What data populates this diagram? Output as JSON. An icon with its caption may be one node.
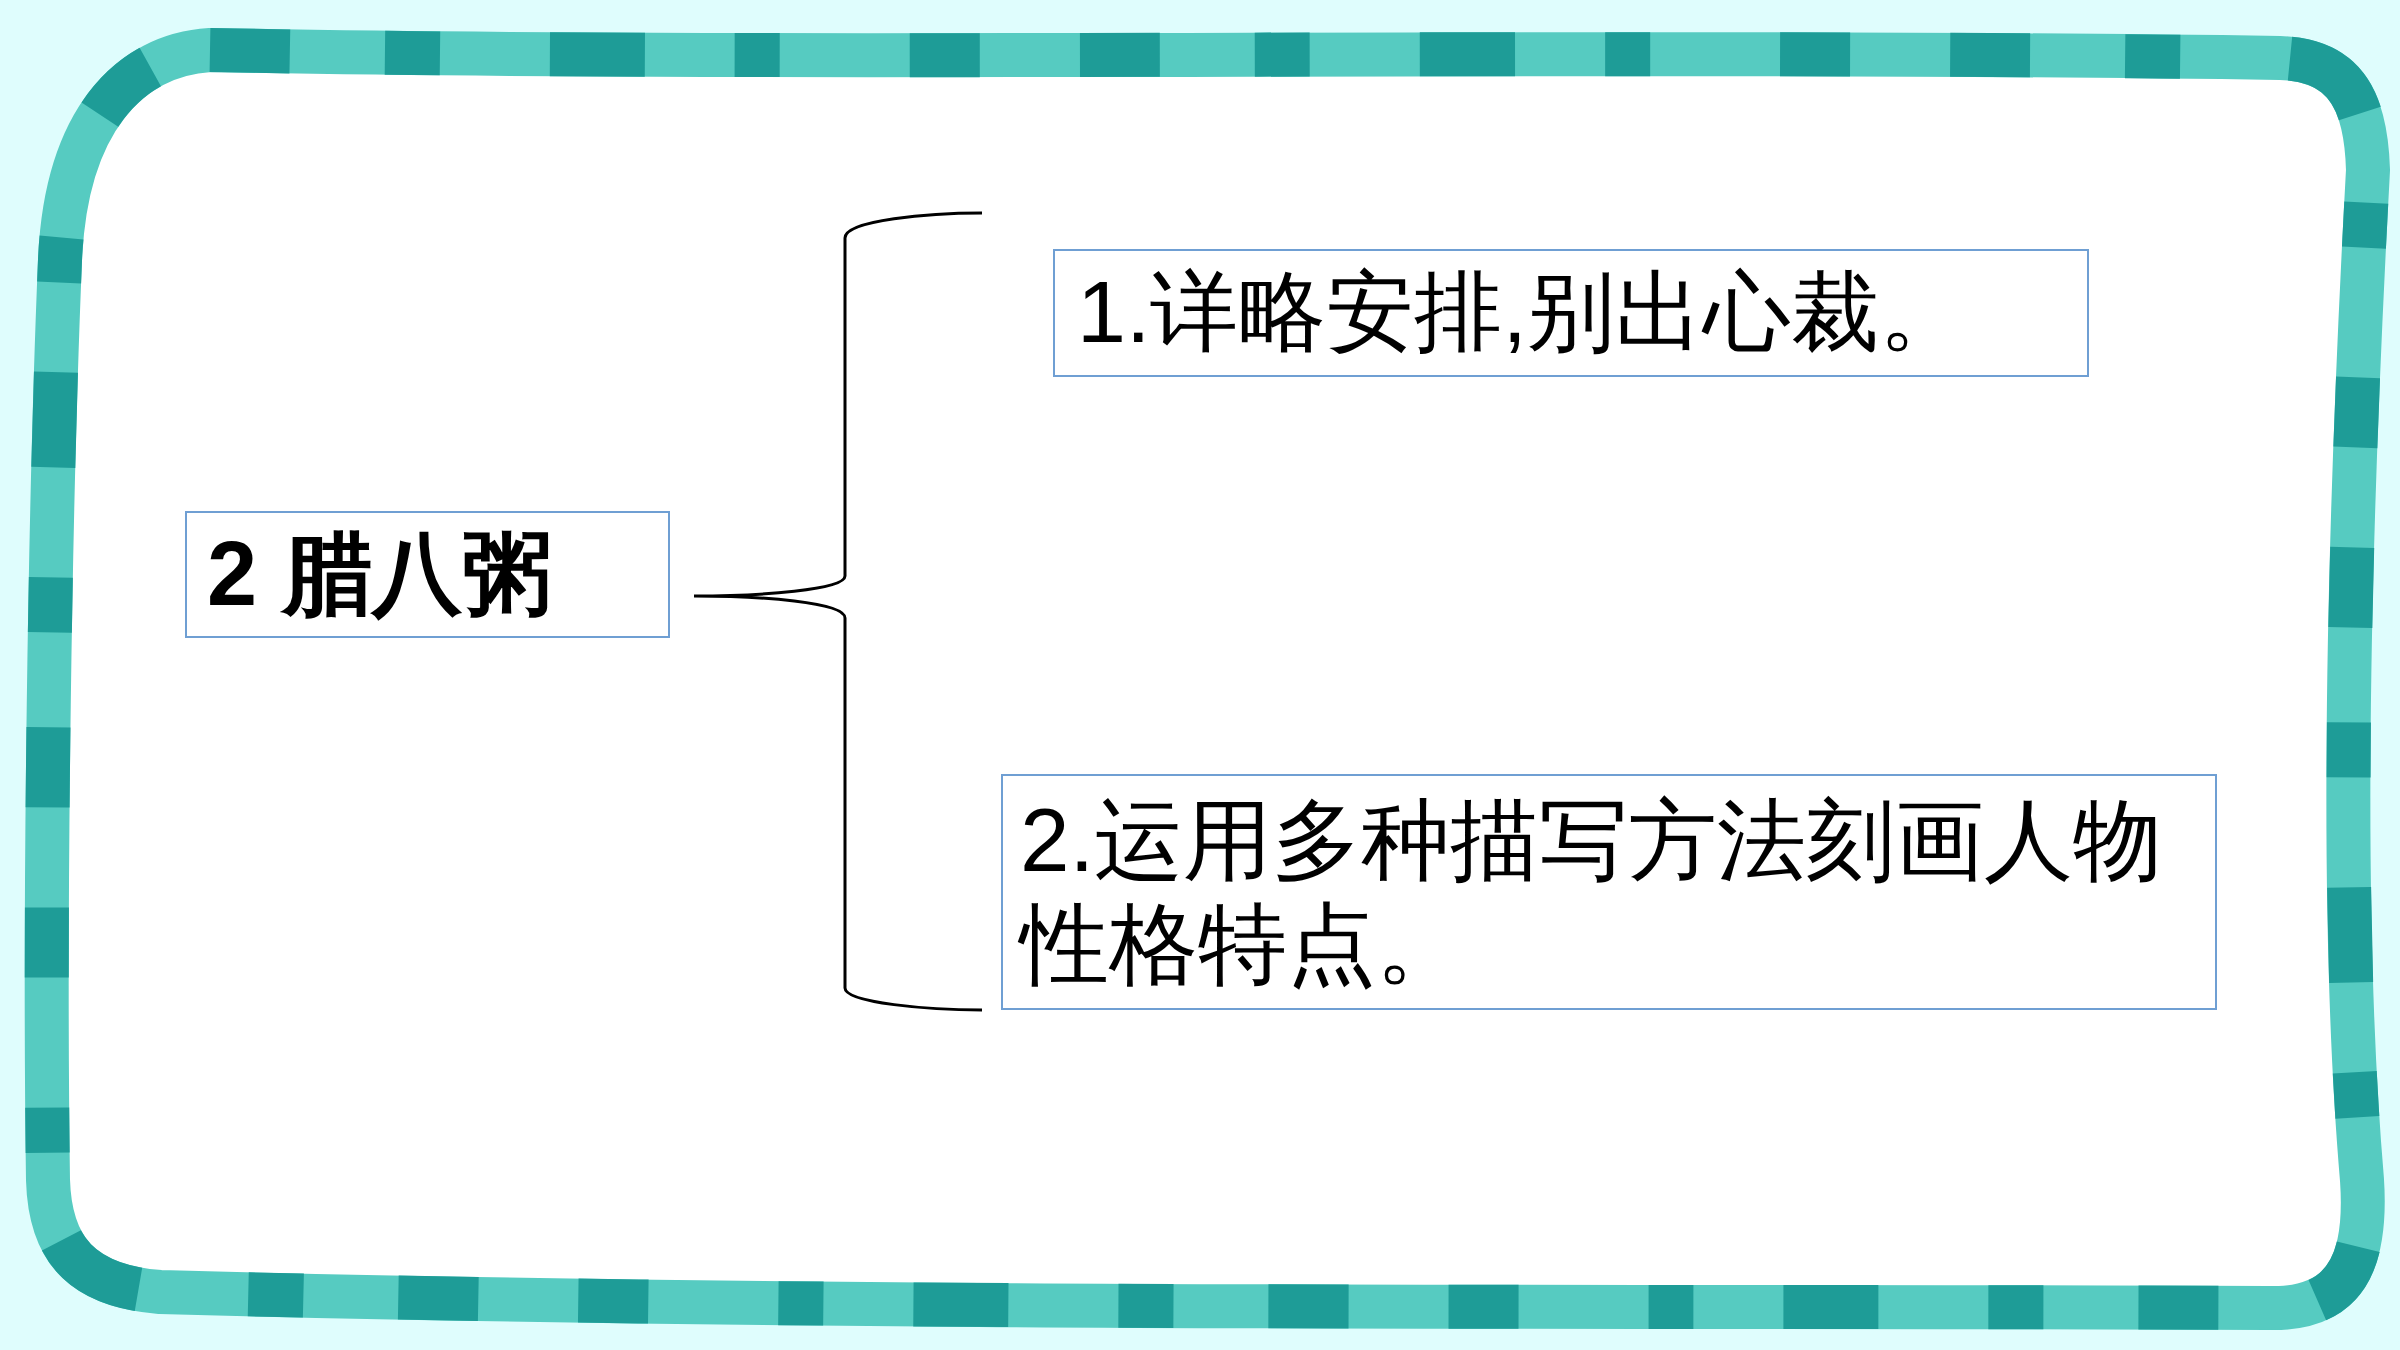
{
  "diagram": {
    "nodes": [
      {
        "text": [
          "2 腊八粥"
        ]
      },
      {
        "text": [
          "1.详略安排,别出心裁。"
        ]
      },
      {
        "text": [
          "2.运用多种描写方法刻画人物性格特点。"
        ]
      }
    ]
  }
}
